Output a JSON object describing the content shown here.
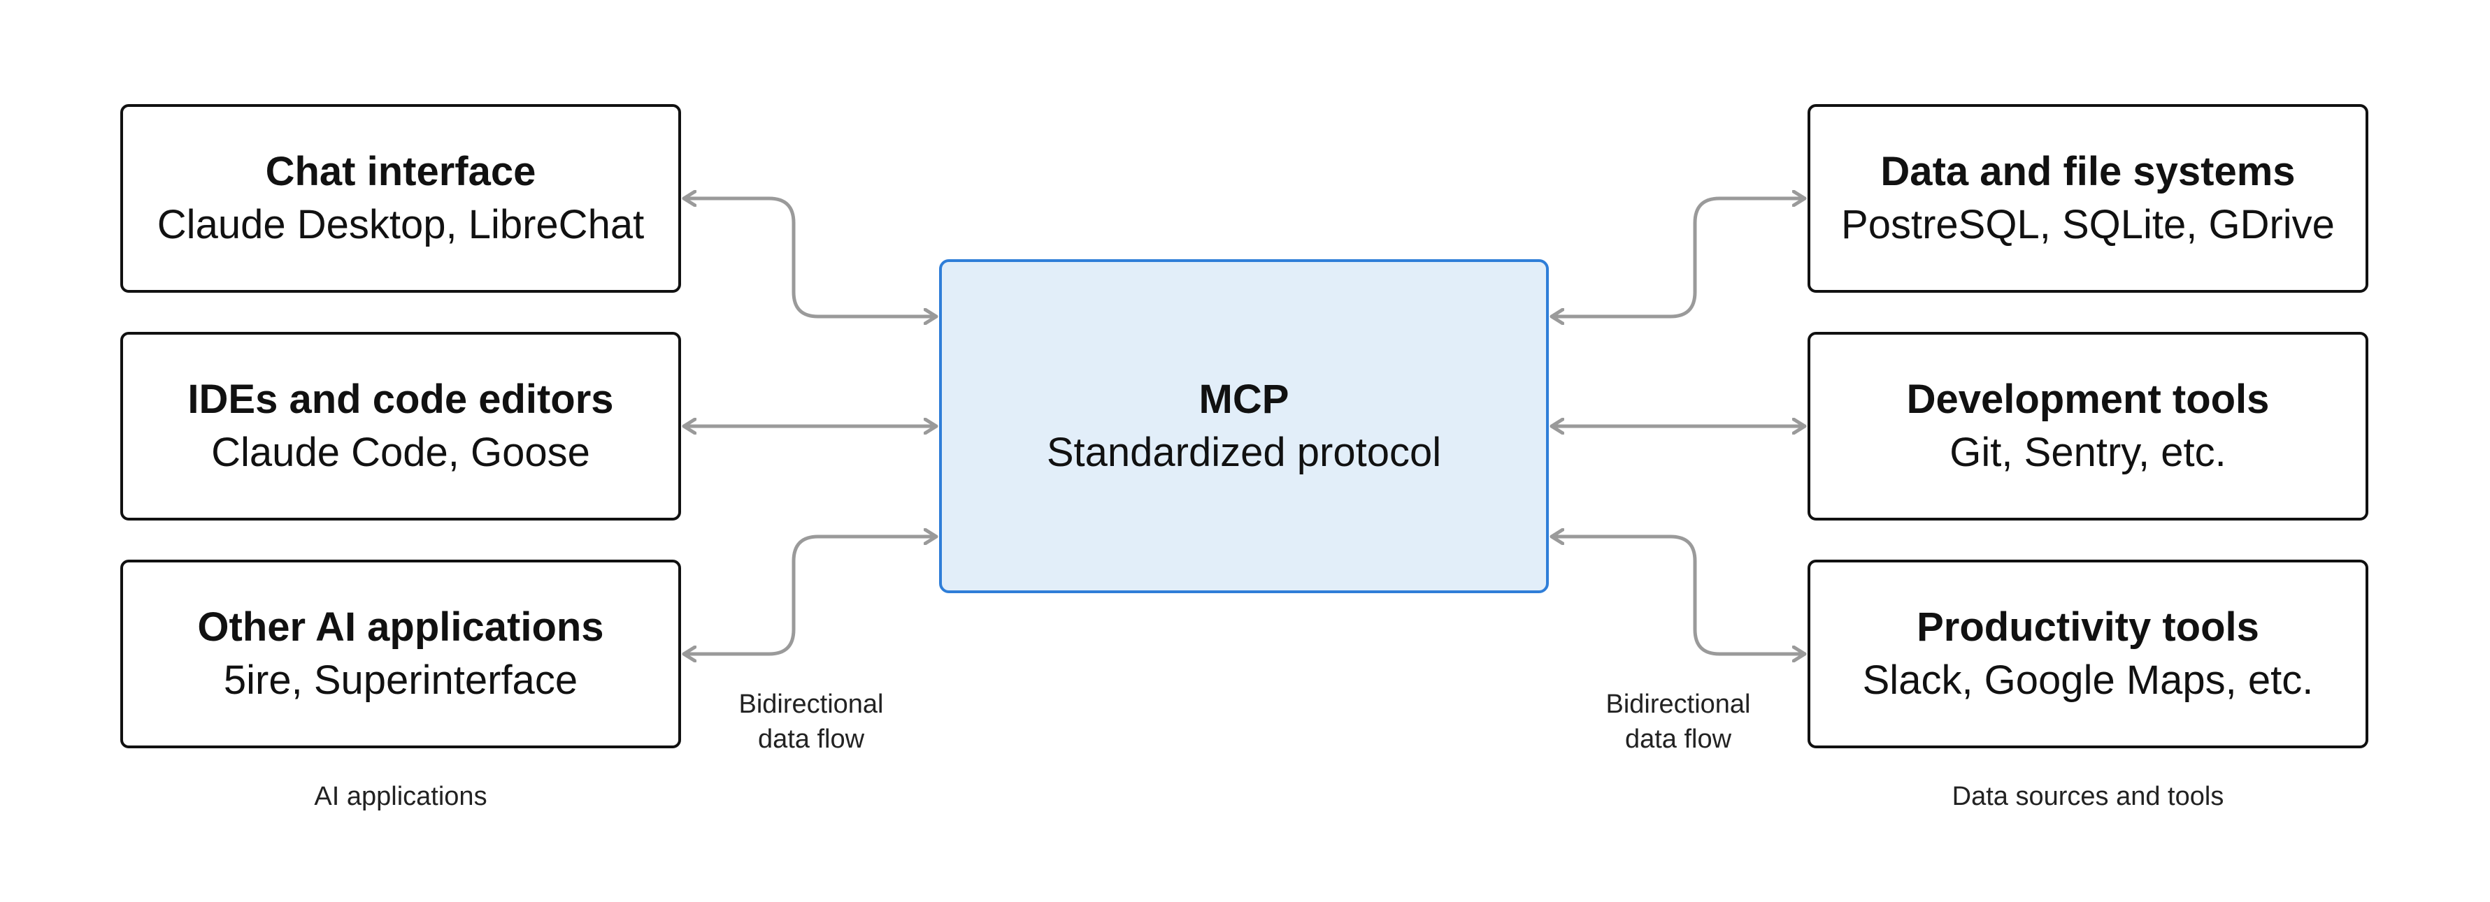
{
  "hub": {
    "title": "MCP",
    "subtitle": "Standardized protocol"
  },
  "left_group": {
    "caption": "AI applications",
    "flow_label": [
      "Bidirectional",
      "data flow"
    ],
    "boxes": [
      {
        "title": "Chat interface",
        "subtitle": "Claude Desktop, LibreChat"
      },
      {
        "title": "IDEs and code editors",
        "subtitle": "Claude Code, Goose"
      },
      {
        "title": "Other AI applications",
        "subtitle": "5ire, Superinterface"
      }
    ]
  },
  "right_group": {
    "caption": "Data sources and tools",
    "flow_label": [
      "Bidirectional",
      "data flow"
    ],
    "boxes": [
      {
        "title": "Data and file systems",
        "subtitle": "PostreSQL, SQLite, GDrive"
      },
      {
        "title": "Development tools",
        "subtitle": "Git, Sentry, etc."
      },
      {
        "title": "Productivity tools",
        "subtitle": "Slack, Google Maps, etc."
      }
    ]
  },
  "colors": {
    "hub_fill": "#e2eef9",
    "hub_border": "#2f7ed8",
    "box_border": "#111111",
    "connector": "#9a9a9a"
  }
}
